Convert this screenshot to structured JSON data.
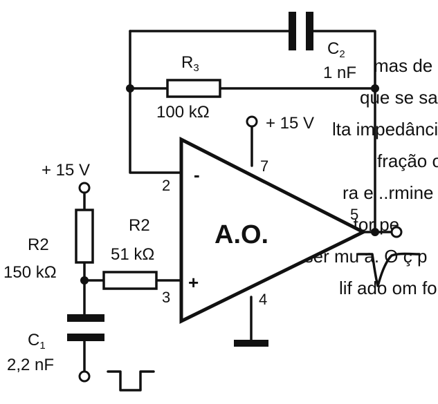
{
  "components": {
    "c2": {
      "name": "C",
      "sub": "2",
      "value": "1 nF"
    },
    "r3": {
      "name": "R",
      "sub": "3",
      "value": "100 kΩ"
    },
    "r2_series": {
      "name": "R2",
      "value": "51 kΩ"
    },
    "r2_divider": {
      "name": "R2",
      "value": "150 kΩ"
    },
    "c1": {
      "name": "C",
      "sub": "1",
      "value": "2,2 nF"
    }
  },
  "supplies": {
    "opamp": "+ 15 V",
    "divider": "+ 15 V"
  },
  "opamp": {
    "label": "A.O.",
    "inverting_sign": "-",
    "noninverting_sign": "+",
    "pins": {
      "inverting": "2",
      "noninverting": "3",
      "vplus": "7",
      "ground": "4",
      "output": "5"
    }
  },
  "background_text_lines": [
    "mas   de    dif  passam",
    "que se   sa   amplificac.",
    "lta impedância. A fórmula que p",
    "fração ou ao onda em sa",
    "ra e ..rmine ao diagrama",
    "resenta  o   tor  pe",
    "e  ser mu    a. O  ç  p",
    "lif  ado  om  forte  am"
  ]
}
